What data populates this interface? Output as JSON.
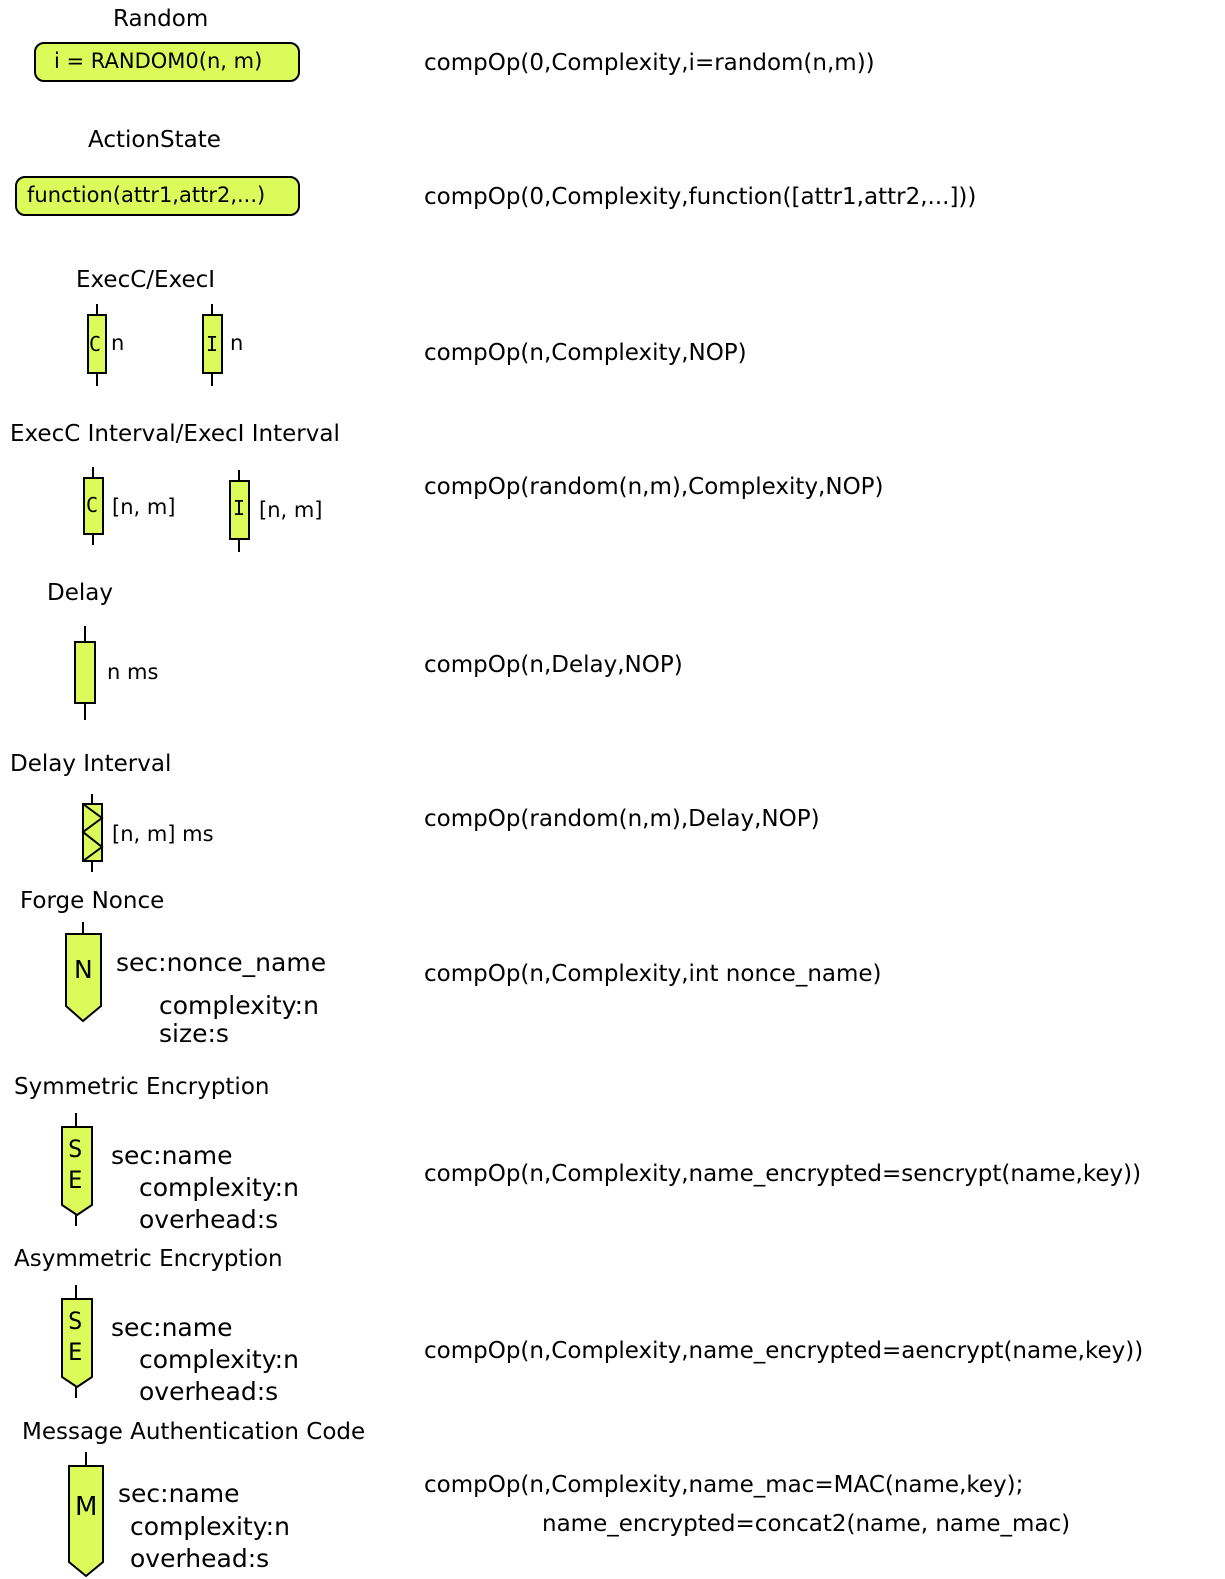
{
  "colors": {
    "fill": "#dcfb5b",
    "stroke": "#000000",
    "background": "#ffffff"
  },
  "random": {
    "title": "Random",
    "box_label": "i = RANDOM0(n, m)",
    "code": "compOp(0,Complexity,i=random(n,m))"
  },
  "action_state": {
    "title": "ActionState",
    "box_label": "function(attr1,attr2,...)",
    "code": "compOp(0,Complexity,function([attr1,attr2,...]))"
  },
  "exec": {
    "title": "ExecC/ExecI",
    "c_glyph": "C",
    "c_label": "n",
    "i_glyph": "I",
    "i_label": "n",
    "code": "compOp(n,Complexity,NOP)"
  },
  "exec_interval": {
    "title": "ExecC Interval/ExecI Interval",
    "c_glyph": "C",
    "c_label": "[n, m]",
    "i_glyph": "I",
    "i_label": "[n, m]",
    "code": "compOp(random(n,m),Complexity,NOP)"
  },
  "delay": {
    "title": "Delay",
    "label": "n ms",
    "code": "compOp(n,Delay,NOP)"
  },
  "delay_interval": {
    "title": "Delay Interval",
    "label": "[n, m] ms",
    "code": "compOp(random(n,m),Delay,NOP)"
  },
  "forge_nonce": {
    "title": "Forge Nonce",
    "glyph": "N",
    "line1": "sec:nonce_name",
    "line2": "complexity:n",
    "line3": "size:s",
    "code": "compOp(n,Complexity,int nonce_name)"
  },
  "symmetric_encryption": {
    "title": "Symmetric Encryption",
    "glyph_top": "S",
    "glyph_bottom": "E",
    "line1": "sec:name",
    "line2": "complexity:n",
    "line3": "overhead:s",
    "code": "compOp(n,Complexity,name_encrypted=sencrypt(name,key))"
  },
  "asymmetric_encryption": {
    "title": "Asymmetric Encryption",
    "glyph_top": "S",
    "glyph_bottom": "E",
    "line1": "sec:name",
    "line2": "complexity:n",
    "line3": "overhead:s",
    "code": "compOp(n,Complexity,name_encrypted=aencrypt(name,key))"
  },
  "mac": {
    "title": "Message Authentication Code",
    "glyph": "M",
    "line1": "sec:name",
    "line2": "complexity:n",
    "line3": "overhead:s",
    "code_line1": "compOp(n,Complexity,name_mac=MAC(name,key);",
    "code_line2": "name_encrypted=concat2(name, name_mac)"
  }
}
